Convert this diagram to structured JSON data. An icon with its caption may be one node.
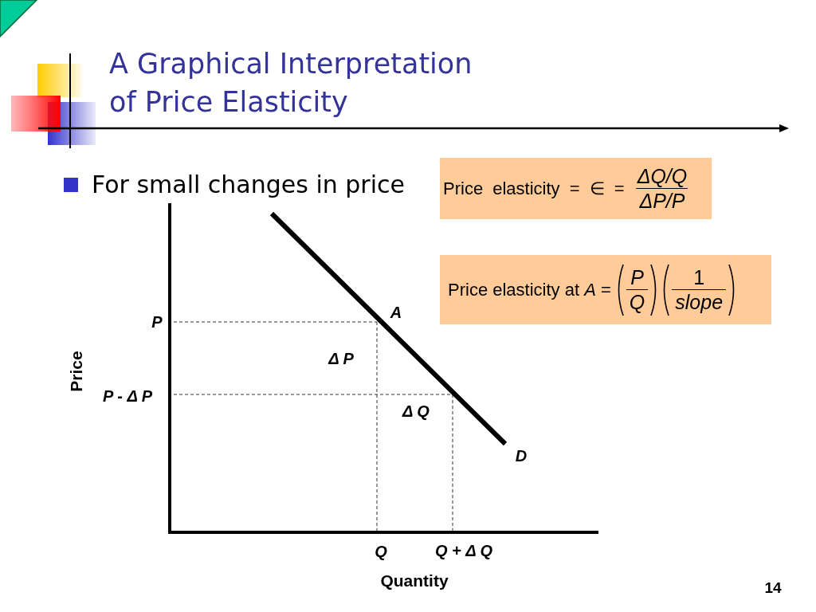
{
  "diagram": {
    "title": "A Graphical Interpretation of Price Elasticity",
    "nodes": [
      {
        "text": [
          "Price elasticity = ∈ =",
          "ΔQ/Q",
          "ΔP/P"
        ]
      },
      {
        "text": [
          "Price elasticity at *A* =",
          "P",
          "Q",
          "1",
          "slope"
        ]
      }
    ],
    "labels": [
      "For small changes in price",
      "A",
      "P",
      "Δ P",
      "Price",
      "P - Δ P",
      "Δ Q",
      "D",
      "Q",
      "Q + Δ Q",
      "Quantity",
      "14"
    ]
  }
}
